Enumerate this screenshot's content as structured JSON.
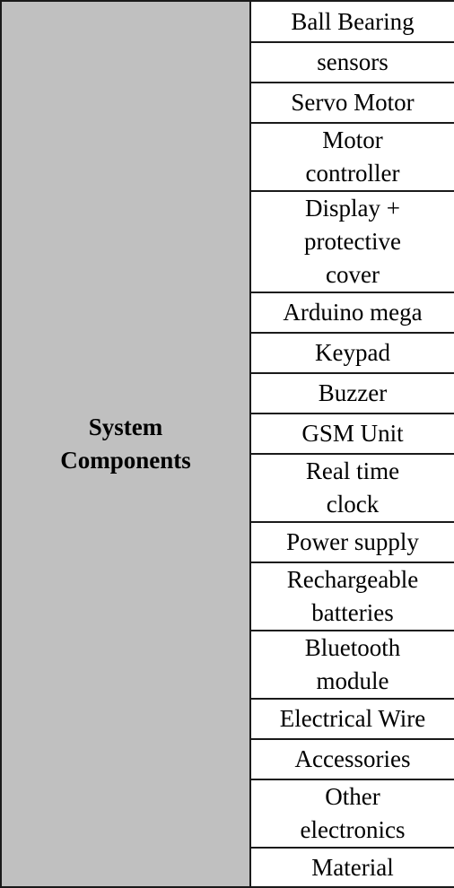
{
  "table": {
    "header": "System Components",
    "items": [
      "Ball Bearing",
      "sensors",
      "Servo Motor",
      "Motor controller",
      "Display + protective cover",
      "Arduino mega",
      "Keypad",
      "Buzzer",
      "GSM Unit",
      "Real time clock",
      "Power supply",
      "Rechargeable batteries",
      "Bluetooth module",
      "Electrical Wire",
      "Accessories",
      "Other electronics",
      "Material"
    ],
    "colors": {
      "header_background": "#c0c0c0",
      "border": "#1a1a1a"
    }
  }
}
